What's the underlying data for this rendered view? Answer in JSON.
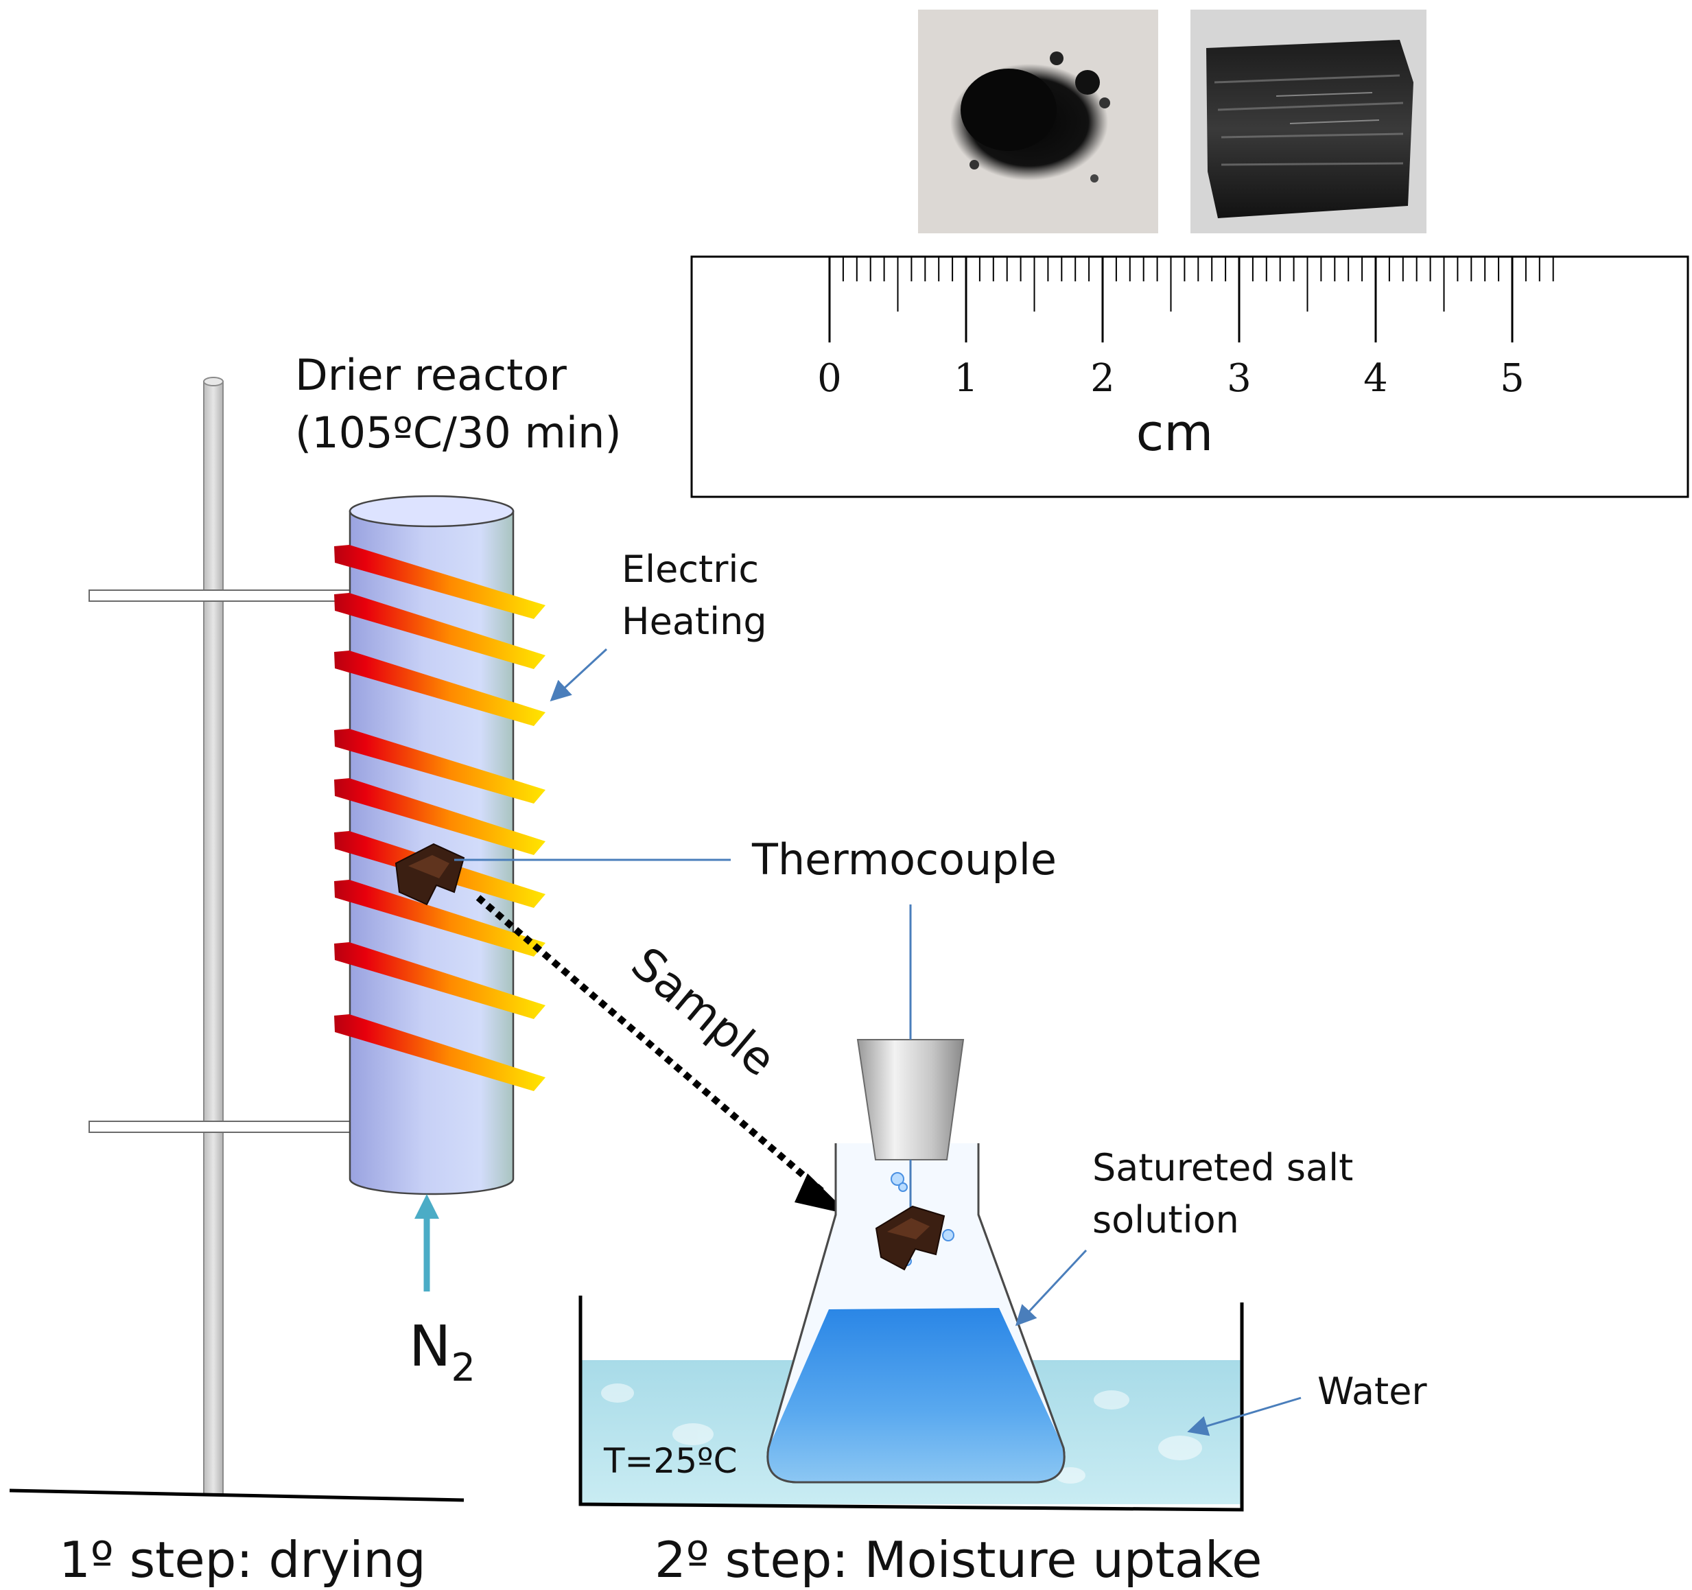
{
  "labels": {
    "reactor_title": "Drier reactor",
    "reactor_condition": "(105ºC/30 min)",
    "electric_line1": "Electric",
    "electric_line2": "Heating",
    "thermocouple": "Thermocouple",
    "sample": "Sample",
    "n2_main": "N",
    "n2_sub": "2",
    "salt_line1": "Satureted salt",
    "salt_line2": "solution",
    "water": "Water",
    "temperature": "T=25ºC",
    "step1": "1º step: drying",
    "step2": "2º step: Moisture uptake"
  },
  "ruler": {
    "numbers": [
      "0",
      "1",
      "2",
      "3",
      "4",
      "5"
    ],
    "unit": "cm"
  },
  "colors": {
    "arrow_blue": "#4a7ebb",
    "n2_arrow": "#4bacc6",
    "reactor_fill": "#bfc8f0",
    "coil_hot": "#e8000c",
    "coil_warm": "#ffdd00",
    "solution": "#2f8fe8",
    "water": "#b8e2ec"
  },
  "icons": {
    "photo_powder": "charcoal-powder-photo",
    "photo_block": "charcoal-block-photo",
    "sample_piece": "sample-chunk-icon"
  }
}
